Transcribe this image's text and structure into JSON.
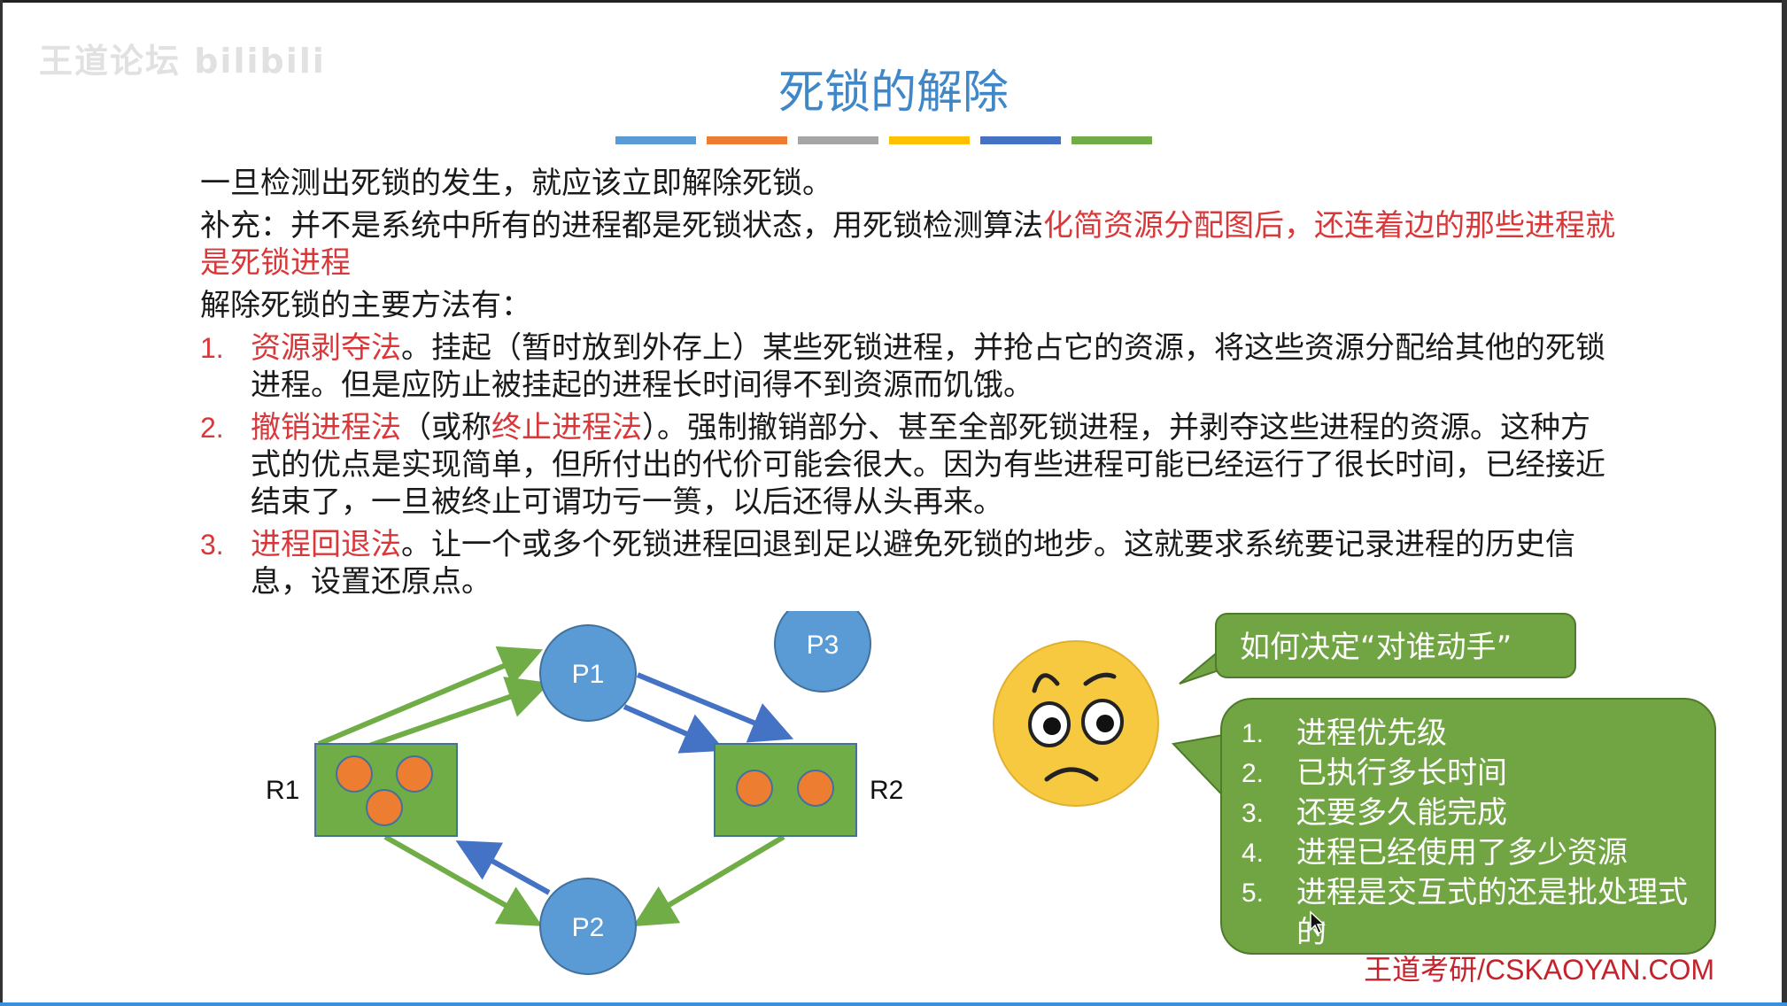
{
  "watermark": "王道论坛 bilibili",
  "title": "死锁的解除",
  "colors": {
    "title": "#3f87c7",
    "highlight": "#d9383a",
    "circle_blue": "#5b9bd5",
    "resource_green": "#70ad47",
    "resource_dot": "#ed7d31",
    "arrow_blue": "#4472c4",
    "arrow_green": "#70ad47",
    "bubble_green": "#71a442",
    "face_yellow": "#f6c941",
    "footer": "#c4232c",
    "color_bars": [
      "#5b9bd5",
      "#ed7d31",
      "#a5a5a5",
      "#ffc000",
      "#4472c4",
      "#70ad47"
    ]
  },
  "intro": "一旦检测出死锁的发生，就应该立即解除死锁。",
  "supplement": {
    "prefix": "补充：并不是系统中所有的进程都是死锁状态，用死锁检测算法",
    "highlight": "化简资源分配图后，还连着边的那些进程就是死锁进程"
  },
  "methods_heading": "解除死锁的主要方法有：",
  "methods": [
    {
      "num": "1.",
      "name": "资源剥夺法",
      "text": "。挂起（暂时放到外存上）某些死锁进程，并抢占它的资源，将这些资源分配给其他的死锁进程。但是应防止被挂起的进程长时间得不到资源而饥饿。"
    },
    {
      "num": "2.",
      "name": "撤销进程法",
      "mid": "（或称",
      "alt_name": "终止进程法",
      "text": "）。强制撤销部分、甚至全部死锁进程，并剥夺这些进程的资源。这种方式的优点是实现简单，但所付出的代价可能会很大。因为有些进程可能已经运行了很长时间，已经接近结束了，一旦被终止可谓功亏一篑，以后还得从头再来。"
    },
    {
      "num": "3.",
      "name": "进程回退法",
      "text": "。让一个或多个死锁进程回退到足以避免死锁的地步。这就要求系统要记录进程的历史信息，设置还原点。"
    }
  ],
  "diagram": {
    "processes": [
      "P1",
      "P2",
      "P3"
    ],
    "resources": [
      "R1",
      "R2"
    ]
  },
  "bubble_question": "如何决定“对谁动手”",
  "criteria": [
    {
      "num": "1.",
      "text": "进程优先级"
    },
    {
      "num": "2.",
      "text": "已执行多长时间"
    },
    {
      "num": "3.",
      "text": "还要多久能完成"
    },
    {
      "num": "4.",
      "text": "进程已经使用了多少资源"
    },
    {
      "num": "5.",
      "text": "进程是交互式的还是批处理式的"
    }
  ],
  "footer": "王道考研/CSKAOYAN.COM"
}
